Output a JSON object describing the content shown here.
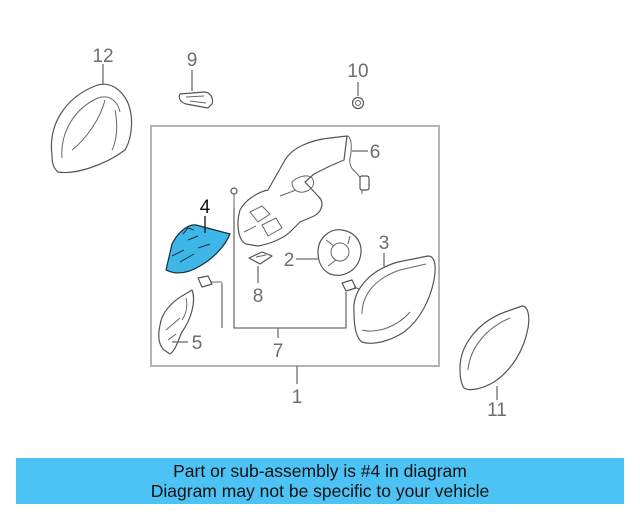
{
  "diagram": {
    "callouts": {
      "c1": "1",
      "c2": "2",
      "c3": "3",
      "c4": "4",
      "c5": "5",
      "c6": "6",
      "c7": "7",
      "c8": "8",
      "c9": "9",
      "c10": "10",
      "c11": "11",
      "c12": "12"
    },
    "colors": {
      "highlight": "#3fb6e8",
      "frame": "#b4b4b4",
      "callout_text": "#6d6d6d"
    }
  },
  "banner": {
    "line1": "Part or sub-assembly is #4 in diagram",
    "line2": "Diagram may not be specific to your vehicle",
    "color": "#4dc3f5"
  }
}
